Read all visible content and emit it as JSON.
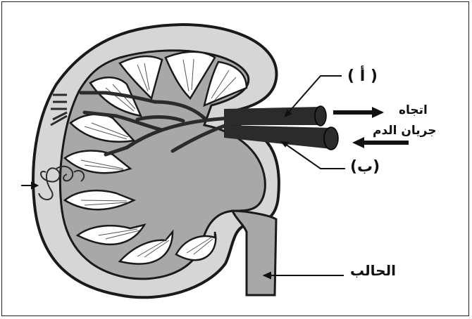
{
  "labels": {
    "a": "( أ )",
    "flow_line1": "اتجاه",
    "flow_line2": "جريان الدم",
    "b": "(ب)",
    "ureter": "الحالب"
  },
  "colors": {
    "cortex": "#d6d6d6",
    "medulla_area": "#a8a8a8",
    "pyramid": "#ffffff",
    "outline": "#1a1a1a",
    "vessel": "#2b2b2b",
    "background": "#ffffff"
  }
}
